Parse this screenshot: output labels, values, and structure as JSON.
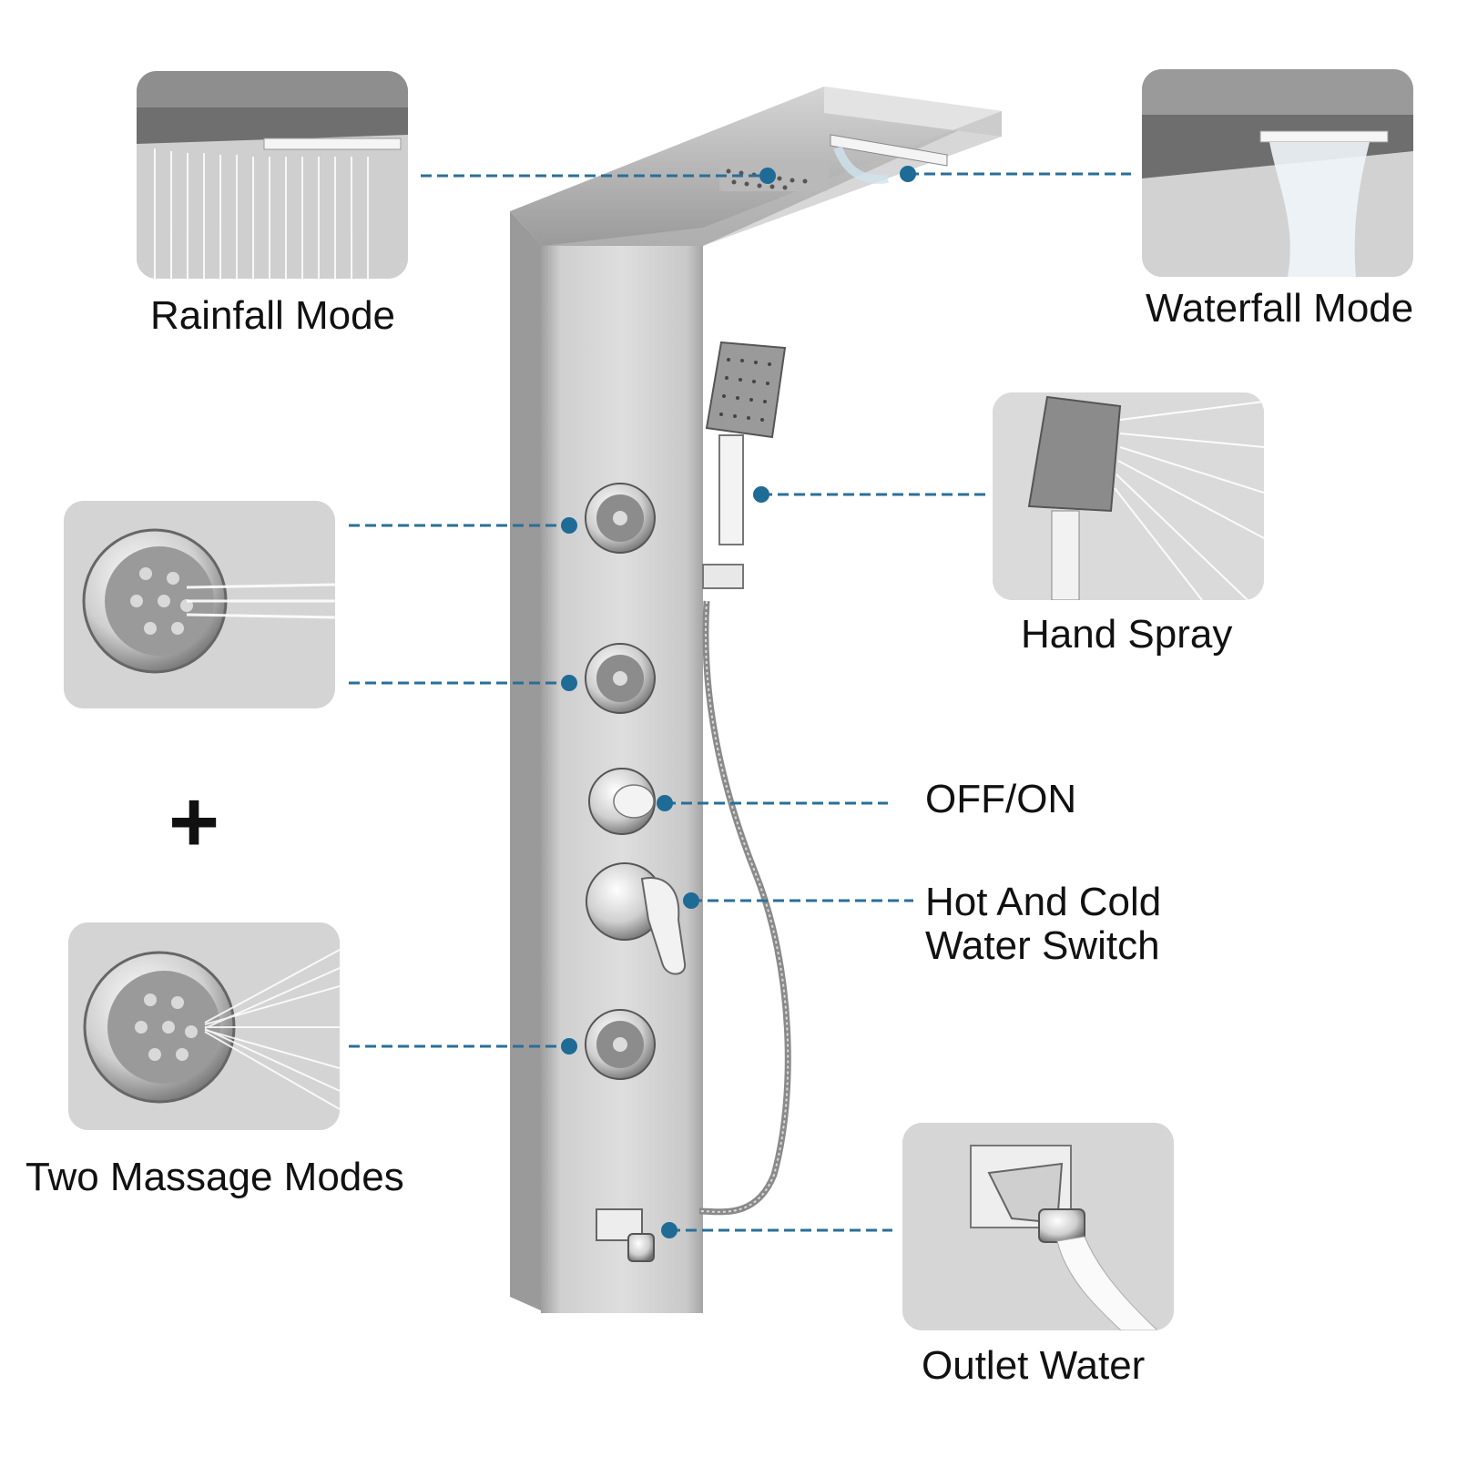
{
  "labels": {
    "rainfall": "Rainfall Mode",
    "waterfall": "Waterfall Mode",
    "hand_spray": "Hand Spray",
    "off_on": "OFF/ON",
    "hot_cold_line1": "Hot And Cold",
    "hot_cold_line2": "Water Switch",
    "massage": "Two Massage Modes",
    "outlet": "Outlet Water",
    "plus": "+"
  },
  "colors": {
    "leader_line": "#2a6f97",
    "leader_dot": "#1e6b96",
    "steel_light": "#d8d8d8",
    "steel_dark": "#a9a9a9",
    "chrome": "#f2f2f2",
    "text": "#111111"
  },
  "icons": {
    "rainfall": "rainfall-showerhead-icon",
    "waterfall": "waterfall-spout-icon",
    "hand_spray": "hand-shower-icon",
    "body_jet": "body-jet-nozzle-icon",
    "outlet": "tub-spout-outlet-icon"
  }
}
